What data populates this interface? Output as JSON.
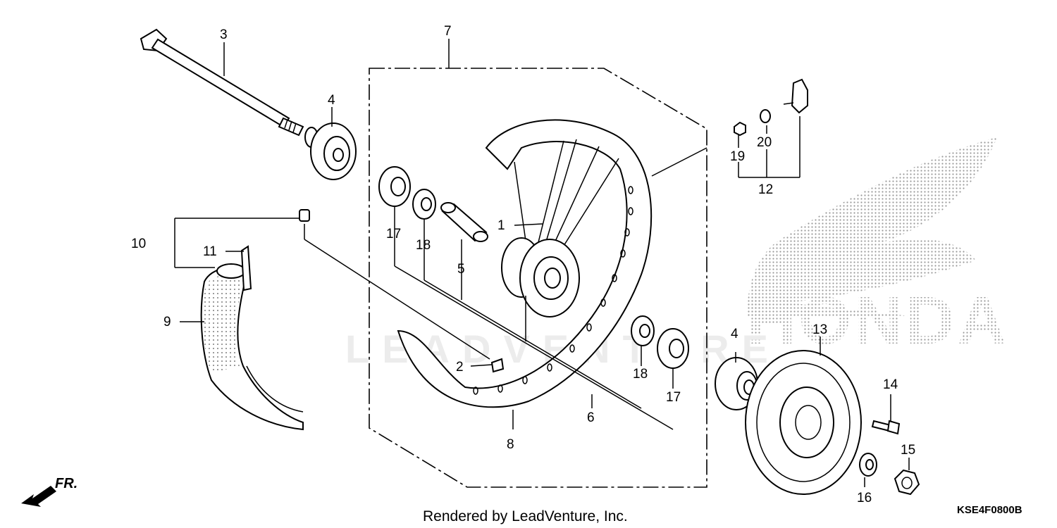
{
  "footer": {
    "rendered_by": "Rendered by LeadVenture, Inc.",
    "diagram_code": "KSE4F0800B"
  },
  "watermark": {
    "text": "LEADVENTURE",
    "brand_text": "HONDA"
  },
  "orientation": {
    "label": "FR."
  },
  "callouts": {
    "c1": "1",
    "c2": "2",
    "c3": "3",
    "c4a": "4",
    "c4b": "4",
    "c5": "5",
    "c6": "6",
    "c7": "7",
    "c8": "8",
    "c9": "9",
    "c10": "10",
    "c11": "11",
    "c12": "12",
    "c13": "13",
    "c14": "14",
    "c15": "15",
    "c16": "16",
    "c17a": "17",
    "c17b": "17",
    "c18a": "18",
    "c18b": "18",
    "c19": "19",
    "c20": "20"
  },
  "icons": {
    "axle": "axle-icon",
    "collar": "side-collar-icon",
    "hub": "wheel-hub-icon",
    "rim": "rim-icon",
    "disk": "brake-disk-icon",
    "tire": "tire-icon",
    "bearing": "bearing-icon",
    "seal": "dust-seal-icon",
    "arrow": "front-arrow-icon"
  }
}
